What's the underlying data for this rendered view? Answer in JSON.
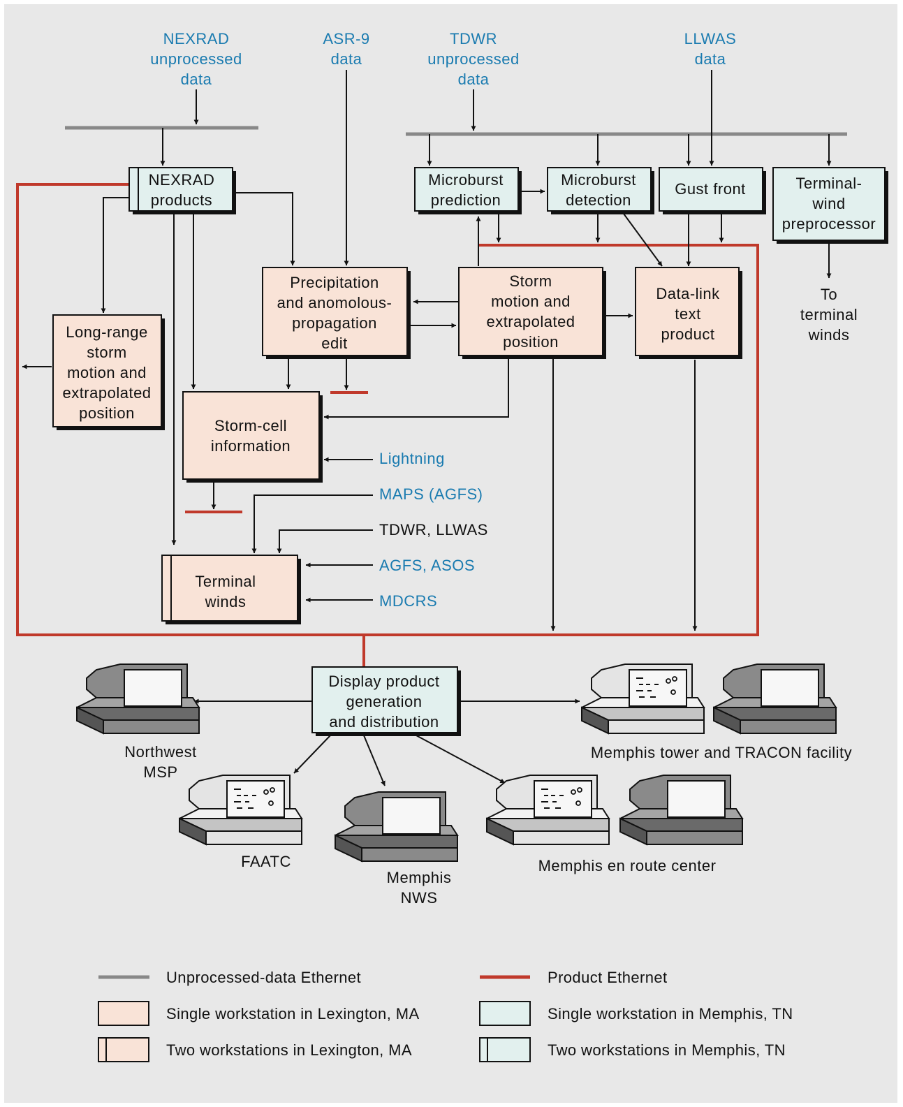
{
  "colors": {
    "background": "#e8e8e8",
    "unprocessed_ethernet": "#888888",
    "product_ethernet": "#c0392b",
    "lexington_box": "#f9e3d7",
    "memphis_box": "#e2f0ee",
    "blue_text": "#1a7bb0",
    "line": "#111111"
  },
  "sources": {
    "nexrad": [
      "NEXRAD",
      "unprocessed",
      "data"
    ],
    "asr9": [
      "ASR-9",
      "data"
    ],
    "tdwr": [
      "TDWR",
      "unprocessed",
      "data"
    ],
    "llwas": [
      "LLWAS",
      "data"
    ]
  },
  "boxes": {
    "nexrad_products": [
      "NEXRAD",
      "products"
    ],
    "microburst_prediction": [
      "Microburst",
      "prediction"
    ],
    "microburst_detection": [
      "Microburst",
      "detection"
    ],
    "gust_front": [
      "Gust front"
    ],
    "terminal_wind_preprocessor": [
      "Terminal-",
      "wind",
      "preprocessor"
    ],
    "precipitation_edit": [
      "Precipitation",
      "and anomolous-",
      "propagation",
      "edit"
    ],
    "storm_motion": [
      "Storm",
      "motion and",
      "extrapolated",
      "position"
    ],
    "data_link": [
      "Data-link",
      "text",
      "product"
    ],
    "long_range": [
      "Long-range",
      "storm",
      "motion and",
      "extrapolated",
      "position"
    ],
    "storm_cell": [
      "Storm-cell",
      "information"
    ],
    "terminal_winds": [
      "Terminal",
      "winds"
    ],
    "display_product": [
      "Display product",
      "generation",
      "and distribution"
    ]
  },
  "inputs": {
    "lightning": "Lightning",
    "maps": "MAPS (AGFS)",
    "tdwr_llwas": "TDWR, LLWAS",
    "agfs_asos": "AGFS, ASOS",
    "mdcrs": "MDCRS"
  },
  "to_terminal_winds": [
    "To",
    "terminal",
    "winds"
  ],
  "destinations": {
    "northwest": [
      "Northwest",
      "MSP"
    ],
    "faatc": [
      "FAATC"
    ],
    "memphis_nws": [
      "Memphis",
      "NWS"
    ],
    "memphis_tower": [
      "Memphis tower and TRACON facility"
    ],
    "memphis_enroute": [
      "Memphis en route center"
    ]
  },
  "legend": {
    "unprocessed": "Unprocessed-data Ethernet",
    "product": "Product Ethernet",
    "single_lexington": "Single workstation in Lexington, MA",
    "single_memphis": "Single workstation in Memphis, TN",
    "two_lexington": "Two workstations in Lexington, MA",
    "two_memphis": "Two workstations in Memphis, TN"
  }
}
